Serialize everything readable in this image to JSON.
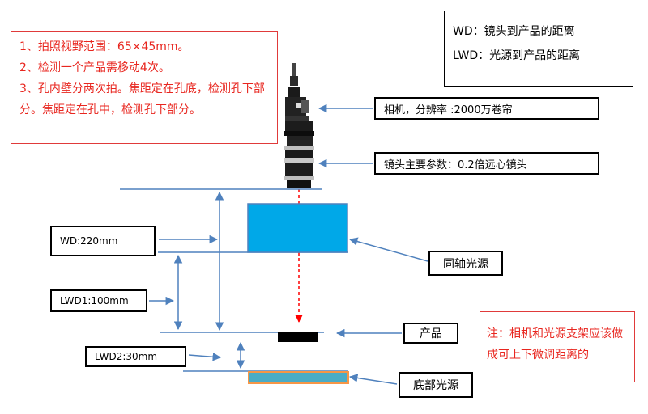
{
  "notes": {
    "lines": [
      "1、拍照视野范围：65×45mm。",
      "2、检测一个产品需移动4次。",
      "3、孔内壁分两次拍。焦距定在孔底，检测孔下部分。焦距定在孔中，检测孔下部分。"
    ]
  },
  "legend": {
    "wd": "WD：镜头到产品的距离",
    "lwd": "LWD：光源到产品的距离"
  },
  "labels": {
    "camera": "相机，分辨率 :2000万卷帘",
    "lens": "镜头主要参数：0.2倍远心镜头",
    "coaxial_light": "同轴光源",
    "product": "产品",
    "bottom_light": "底部光源",
    "wd": "WD:220mm",
    "lwd1": "LWD1:100mm",
    "lwd2": "LWD2:30mm"
  },
  "note_bottom": "注：相机和光源支架应该做成可上下微调距离的",
  "colors": {
    "note_red": "#e8261f",
    "line_blue": "#4f81bd",
    "coaxial_fill": "#00a8e8",
    "bottom_fill": "#4bacc6",
    "bottom_border": "#f79646",
    "beam_red": "#ff0000"
  }
}
